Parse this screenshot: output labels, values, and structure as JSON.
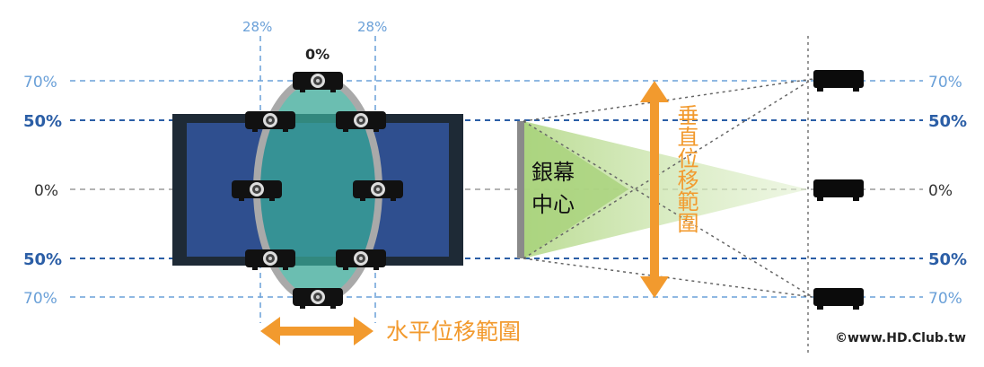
{
  "labels": {
    "left_70_top": "70%",
    "left_50_top": "50%",
    "left_0": "0%",
    "left_50_bottom": "50%",
    "left_70_bottom": "70%",
    "right_70_top": "70%",
    "right_50_top": "50%",
    "right_0": "0%",
    "right_50_bottom": "50%",
    "right_70_bottom": "70%",
    "top_28_left": "28%",
    "top_0": "0%",
    "top_28_right": "28%"
  },
  "screen_center_line1": "銀幕",
  "screen_center_line2": "中心",
  "vertical_shift_range": "垂直位移範圍",
  "horizontal_shift_range": "水平位移範圍",
  "watermark": "©www.HD.Club.tw",
  "colors": {
    "light_blue": "#6aa0d8",
    "dark_blue": "#2b5ea6",
    "orange": "#f29a2e",
    "screen_frame": "#1e2a36",
    "screen_fill": "#2f4f8f",
    "ellipse_fill": "#2a8b8a",
    "ellipse_border": "#a9a9a9",
    "cone_green": "#b8dc8a"
  }
}
